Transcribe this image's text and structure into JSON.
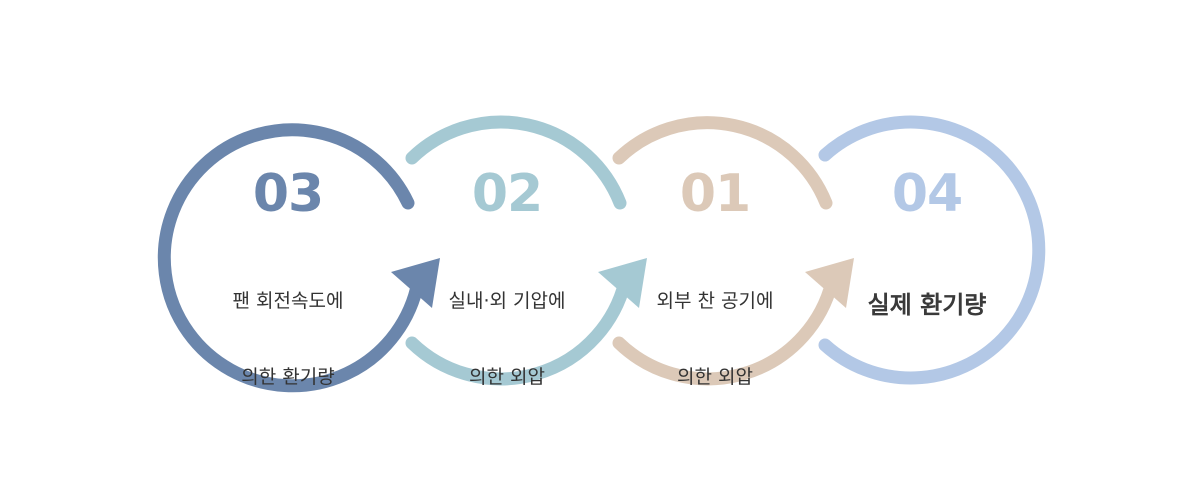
{
  "steps": [
    {
      "number": "03",
      "lines": [
        "팬 회전속도에",
        "의한 환기량"
      ],
      "color": "#6b86ac"
    },
    {
      "number": "02",
      "lines": [
        "실내·외 기압에",
        "의한 외압"
      ],
      "color": "#a5c9d3"
    },
    {
      "number": "01",
      "lines": [
        "외부 찬 공기에",
        "의한 외압"
      ],
      "color": "#dcc9b8"
    },
    {
      "number": "04",
      "lines": [
        "실제 환기량"
      ],
      "color": "#b3c8e6"
    }
  ],
  "colors": {
    "background": "#ffffff",
    "text": "#333333"
  }
}
